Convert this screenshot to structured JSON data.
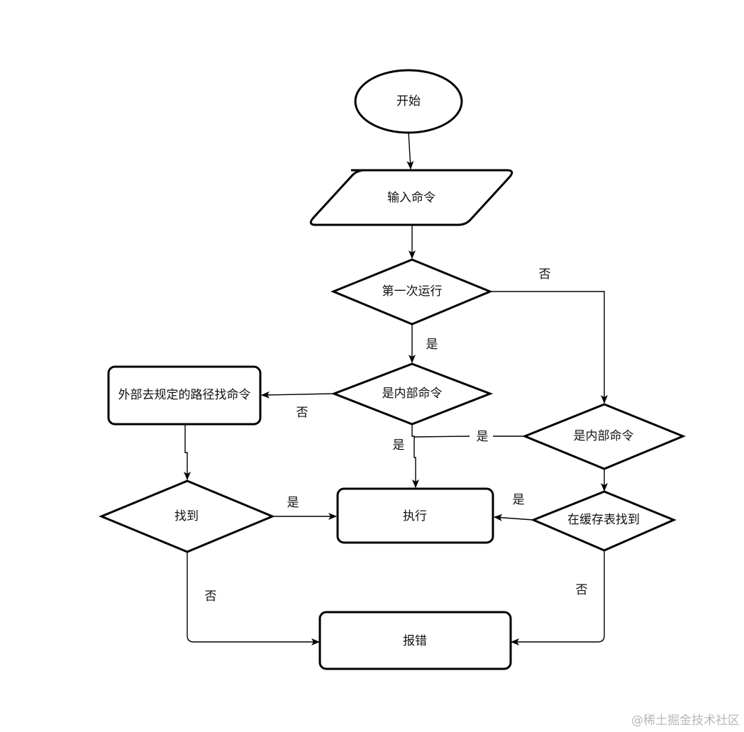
{
  "nodes": {
    "start": "开始",
    "input": "输入命令",
    "first_run": "第一次运行",
    "is_internal_1": "是内部命令",
    "external_path": "外部去规定的路径找命令",
    "is_internal_2": "是内部命令",
    "found": "找到",
    "execute": "执行",
    "cache_found": "在缓存表找到",
    "error": "报错"
  },
  "edges": {
    "first_run_no": "否",
    "first_run_yes": "是",
    "internal1_no": "否",
    "internal1_yes": "是",
    "internal2_yes": "是",
    "found_yes": "是",
    "found_no": "否",
    "cache_yes": "是",
    "cache_no": "否"
  },
  "watermark": "@稀土掘金技术社区"
}
